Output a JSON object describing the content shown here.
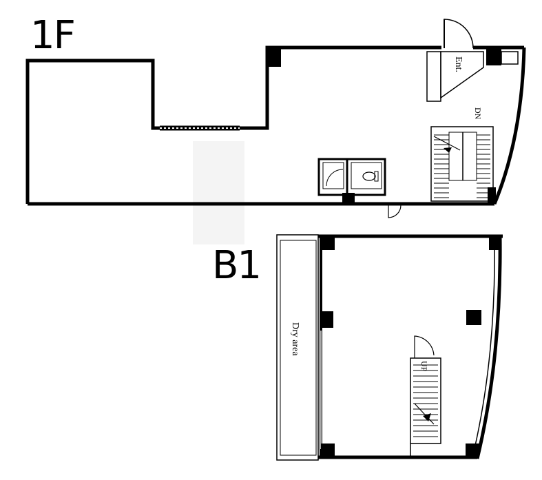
{
  "floors": {
    "first": {
      "label": "1F"
    },
    "basement": {
      "label": "B1"
    }
  },
  "rooms": {
    "entrance": "Ent.",
    "stairs_down": "DN",
    "stairs_up": "UP",
    "dry_area": "Dry area"
  },
  "colors": {
    "wall": "#000000",
    "line": "#000000",
    "background": "#ffffff",
    "shade": "#f2f2f2"
  }
}
